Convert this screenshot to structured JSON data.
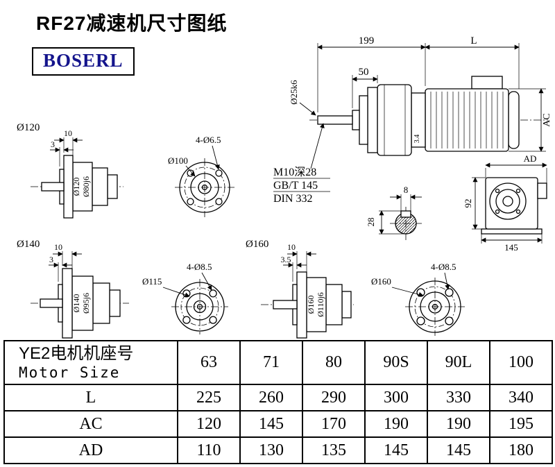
{
  "page": {
    "title": "RF27减速机尺寸图纸",
    "logo_text": "BOSERL"
  },
  "colors": {
    "logo_text": "#14148c",
    "line": "#000000"
  },
  "main_view": {
    "dim_199": "199",
    "dim_L": "L",
    "dim_50": "50",
    "shaft_dia": "Ø25k6",
    "dim_ac": "AC",
    "dim_34": "3.4",
    "note_m10": "M10深28",
    "note_gbt": "GB/T 145",
    "note_din": "DIN 332"
  },
  "side_view": {
    "dim_ad": "AD",
    "dim_92": "92",
    "dim_145": "145"
  },
  "shaft_section": {
    "dim_8": "8",
    "dim_28": "28"
  },
  "flange_120": {
    "title": "Ø120",
    "dim_10": "10",
    "dim_3": "3",
    "outer_dia": "Ø120",
    "spigot_dia": "Ø80j6"
  },
  "flange_140": {
    "title": "Ø140",
    "dim_10": "10",
    "dim_3": "3",
    "outer_dia": "Ø140",
    "spigot_dia": "Ø95j6"
  },
  "flange_160_side": {
    "title": "Ø160",
    "dim_10": "10",
    "dim_3_5": "3.5",
    "outer_dia": "Ø160",
    "spigot_dia": "Ø110j6"
  },
  "face_100": {
    "dia_label": "Ø100",
    "holes_label": "4-Ø6.5"
  },
  "face_115": {
    "dia_label": "Ø115",
    "holes_label": "4-Ø8.5"
  },
  "face_160": {
    "dia_label": "Ø160",
    "holes_label": "4-Ø8.5"
  },
  "table": {
    "header_label_cn": "YE2电机机座号",
    "header_label_en": "Motor Size",
    "motor_sizes": [
      "63",
      "71",
      "80",
      "90S",
      "90L",
      "100"
    ],
    "rows": [
      {
        "label": "L",
        "values": [
          "225",
          "260",
          "290",
          "300",
          "330",
          "340"
        ]
      },
      {
        "label": "AC",
        "values": [
          "120",
          "145",
          "170",
          "190",
          "190",
          "195"
        ]
      },
      {
        "label": "AD",
        "values": [
          "110",
          "130",
          "135",
          "145",
          "145",
          "180"
        ]
      }
    ]
  }
}
